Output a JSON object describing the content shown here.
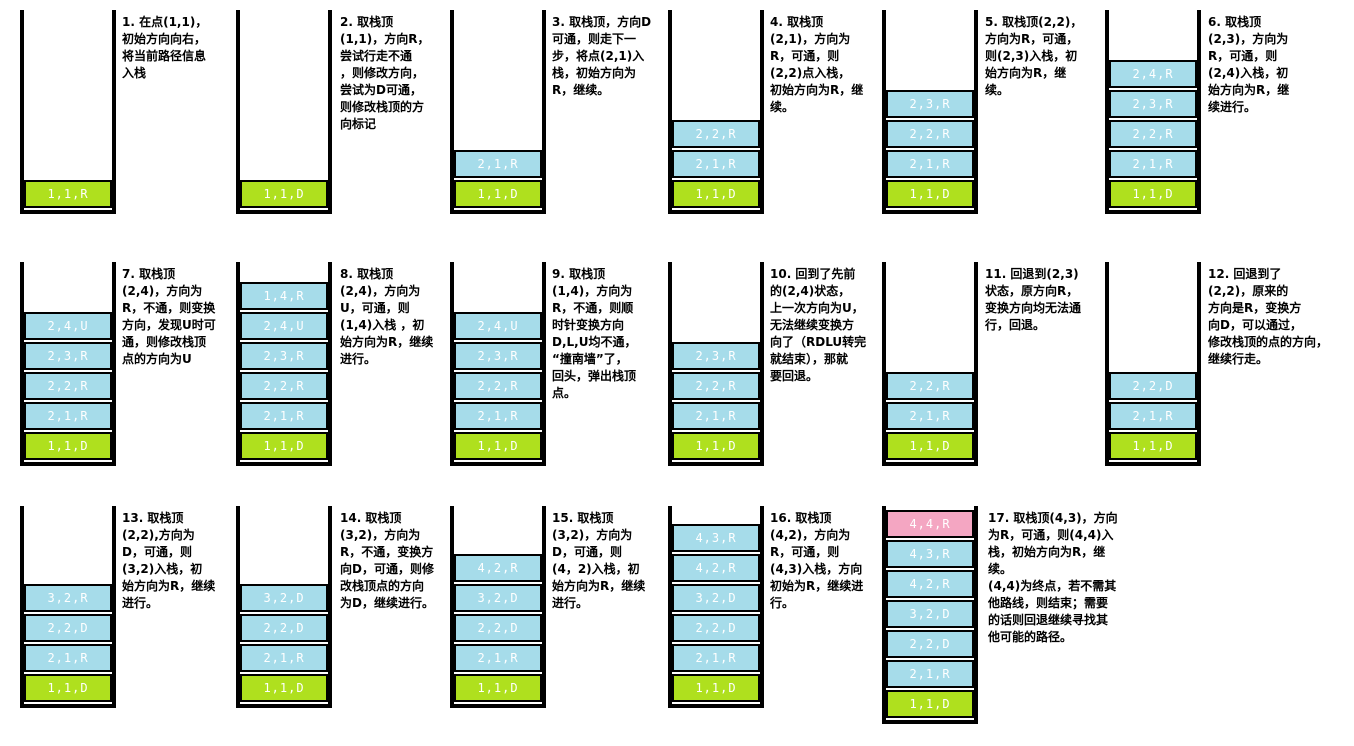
{
  "colors": {
    "blue": "#a6dcea",
    "green": "#afe01e",
    "pink": "#f4a6c2",
    "border": "#000000"
  },
  "panels": [
    {
      "caption": "1. 在点(1,1)，\n初始方向向右，\n将当前路径信息\n入栈",
      "cells": [
        {
          "t": "1,1,R",
          "c": "green"
        }
      ]
    },
    {
      "caption": "2. 取栈顶\n(1,1)，方向R，\n尝试行走不通\n，则修改方向，\n尝试为D可通，\n则修改栈顶的方\n向标记",
      "cells": [
        {
          "t": "1,1,D",
          "c": "green"
        }
      ]
    },
    {
      "caption": "3. 取栈顶，方向D\n可通，则走下一\n步，将点(2,1)入\n栈，初始方向为\nR，继续。",
      "cells": [
        {
          "t": "1,1,D",
          "c": "green"
        },
        {
          "t": "2,1,R",
          "c": "blue"
        }
      ]
    },
    {
      "caption": "4. 取栈顶\n(2,1)，方向为\nR，可通，则\n(2,2)点入栈，\n初始方向为R，继\n续。",
      "cells": [
        {
          "t": "1,1,D",
          "c": "green"
        },
        {
          "t": "2,1,R",
          "c": "blue"
        },
        {
          "t": "2,2,R",
          "c": "blue"
        }
      ]
    },
    {
      "caption": "5. 取栈顶(2,2)，\n方向为R，可通，\n则(2,3)入栈，初\n始方向为R，继\n续。",
      "cells": [
        {
          "t": "1,1,D",
          "c": "green"
        },
        {
          "t": "2,1,R",
          "c": "blue"
        },
        {
          "t": "2,2,R",
          "c": "blue"
        },
        {
          "t": "2,3,R",
          "c": "blue"
        }
      ]
    },
    {
      "caption": "6. 取栈顶\n(2,3)，方向为\nR，可通，则\n(2,4)入栈，初\n始方向为R，继\n续进行。",
      "cells": [
        {
          "t": "1,1,D",
          "c": "green"
        },
        {
          "t": "2,1,R",
          "c": "blue"
        },
        {
          "t": "2,2,R",
          "c": "blue"
        },
        {
          "t": "2,3,R",
          "c": "blue"
        },
        {
          "t": "2,4,R",
          "c": "blue"
        }
      ]
    },
    {
      "caption": "7. 取栈顶\n(2,4)，方向为\nR，不通，则变换\n方向，发现U时可\n通，则修改栈顶\n点的方向为U",
      "cells": [
        {
          "t": "1,1,D",
          "c": "green"
        },
        {
          "t": "2,1,R",
          "c": "blue"
        },
        {
          "t": "2,2,R",
          "c": "blue"
        },
        {
          "t": "2,3,R",
          "c": "blue"
        },
        {
          "t": "2,4,U",
          "c": "blue"
        }
      ]
    },
    {
      "caption": "8. 取栈顶\n(2,4)，方向为\nU，可通，则\n(1,4)入栈 ，初\n始方向为R，继续\n进行。",
      "cells": [
        {
          "t": "1,1,D",
          "c": "green"
        },
        {
          "t": "2,1,R",
          "c": "blue"
        },
        {
          "t": "2,2,R",
          "c": "blue"
        },
        {
          "t": "2,3,R",
          "c": "blue"
        },
        {
          "t": "2,4,U",
          "c": "blue"
        },
        {
          "t": "1,4,R",
          "c": "blue"
        }
      ]
    },
    {
      "caption": "9. 取栈顶\n(1,4)，方向为\nR，不通，则顺\n时针变换方向\nD,L,U均不通，\n“撞南墙”了，\n回头，弹出栈顶\n点。",
      "cells": [
        {
          "t": "1,1,D",
          "c": "green"
        },
        {
          "t": "2,1,R",
          "c": "blue"
        },
        {
          "t": "2,2,R",
          "c": "blue"
        },
        {
          "t": "2,3,R",
          "c": "blue"
        },
        {
          "t": "2,4,U",
          "c": "blue"
        }
      ]
    },
    {
      "caption": "10. 回到了先前\n的(2,4)状态，\n上一次方向为U，\n无法继续变换方\n向了（RDLU转完\n就结束），那就\n要回退。",
      "cells": [
        {
          "t": "1,1,D",
          "c": "green"
        },
        {
          "t": "2,1,R",
          "c": "blue"
        },
        {
          "t": "2,2,R",
          "c": "blue"
        },
        {
          "t": "2,3,R",
          "c": "blue"
        }
      ]
    },
    {
      "caption": "11. 回退到(2,3)\n状态，原方向R，\n变换方向均无法通\n行，回退。",
      "cells": [
        {
          "t": "1,1,D",
          "c": "green"
        },
        {
          "t": "2,1,R",
          "c": "blue"
        },
        {
          "t": "2,2,R",
          "c": "blue"
        }
      ]
    },
    {
      "caption": "12. 回退到了\n(2,2)，原来的\n方向是R，变换方\n向D，可以通过，\n修改栈顶的点的方向，\n继续行走。",
      "cells": [
        {
          "t": "1,1,D",
          "c": "green"
        },
        {
          "t": "2,1,R",
          "c": "blue"
        },
        {
          "t": "2,2,D",
          "c": "blue"
        }
      ]
    },
    {
      "caption": "13. 取栈顶\n(2,2),方向为\nD，可通，则\n(3,2)入栈，初\n始方向为R，继续\n进行。",
      "cells": [
        {
          "t": "1,1,D",
          "c": "green"
        },
        {
          "t": "2,1,R",
          "c": "blue"
        },
        {
          "t": "2,2,D",
          "c": "blue"
        },
        {
          "t": "3,2,R",
          "c": "blue"
        }
      ]
    },
    {
      "caption": "14. 取栈顶\n(3,2)，方向为\nR，不通，变换方\n向D，可通，则修\n改栈顶点的方向\n为D，继续进行。",
      "cells": [
        {
          "t": "1,1,D",
          "c": "green"
        },
        {
          "t": "2,1,R",
          "c": "blue"
        },
        {
          "t": "2,2,D",
          "c": "blue"
        },
        {
          "t": "3,2,D",
          "c": "blue"
        }
      ]
    },
    {
      "caption": "15. 取栈顶\n(3,2)，方向为\nD，可通，则\n(4，2)入栈，初\n始方向为R，继续\n进行。",
      "cells": [
        {
          "t": "1,1,D",
          "c": "green"
        },
        {
          "t": "2,1,R",
          "c": "blue"
        },
        {
          "t": "2,2,D",
          "c": "blue"
        },
        {
          "t": "3,2,D",
          "c": "blue"
        },
        {
          "t": "4,2,R",
          "c": "blue"
        }
      ]
    },
    {
      "caption": "16. 取栈顶\n(4,2)，方向为\nR，可通，则\n(4,3)入栈，方向\n初始为R，继续进\n行。",
      "cells": [
        {
          "t": "1,1,D",
          "c": "green"
        },
        {
          "t": "2,1,R",
          "c": "blue"
        },
        {
          "t": "2,2,D",
          "c": "blue"
        },
        {
          "t": "3,2,D",
          "c": "blue"
        },
        {
          "t": "4,2,R",
          "c": "blue"
        },
        {
          "t": "4,3,R",
          "c": "blue"
        }
      ]
    },
    {
      "caption": "17. 取栈顶(4,3)，方向\n为R，可通，则(4,4)入\n栈，初始方向为R，继\n续。\n(4,4)为终点，若不需其\n他路线，则结束；需要\n的话则回退继续寻找其\n他可能的路径。",
      "cells": [
        {
          "t": "1,1,D",
          "c": "green"
        },
        {
          "t": "2,1,R",
          "c": "blue"
        },
        {
          "t": "2,2,D",
          "c": "blue"
        },
        {
          "t": "3,2,D",
          "c": "blue"
        },
        {
          "t": "4,2,R",
          "c": "blue"
        },
        {
          "t": "4,3,R",
          "c": "blue"
        },
        {
          "t": "4,4,R",
          "c": "pink"
        }
      ]
    }
  ]
}
